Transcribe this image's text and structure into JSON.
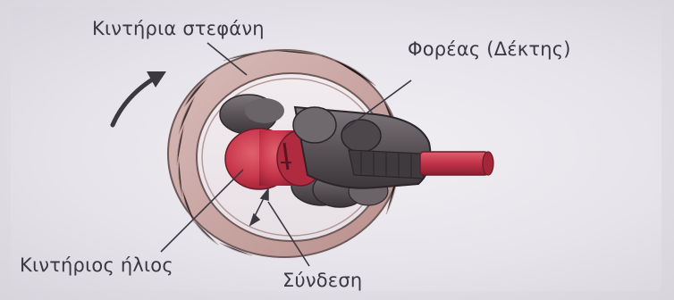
{
  "labels": {
    "ring_gear": "Κιντήρια στεφάνη",
    "carrier": "Φορέας (Δέκτης)",
    "sun_gear": "Κιντήριος ήλιος",
    "linkage": "Σύνδεση"
  },
  "icons": {
    "rotation_arrow": "curved-arrow-icon"
  },
  "colors": {
    "text": "#3a3840",
    "ring": "#c9a8a6",
    "sun_gear": "#c7354a",
    "carrier": "#5a5357",
    "shaft": "#c13247"
  }
}
